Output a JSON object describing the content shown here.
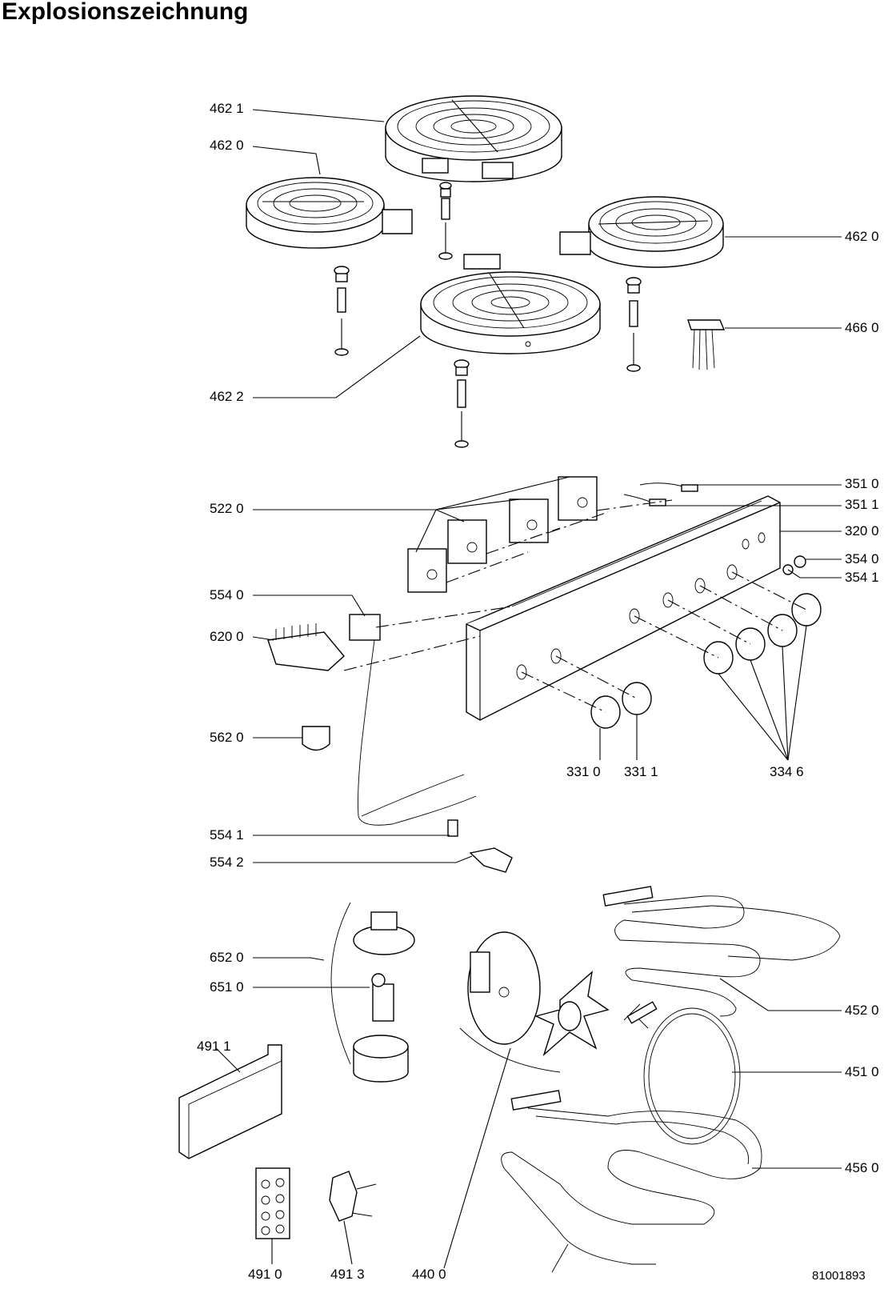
{
  "title": "Explosionszeichnung",
  "document_number": "81001893",
  "part_labels": {
    "p4621": "462 1",
    "p4620_left": "462 0",
    "p4620_right": "462 0",
    "p4660": "466 0",
    "p4622": "462 2",
    "p5220": "522 0",
    "p3510": "351 0",
    "p3511": "351 1",
    "p3200": "320 0",
    "p3540": "354 0",
    "p3541": "354 1",
    "p5540": "554 0",
    "p6200": "620 0",
    "p5620": "562 0",
    "p3310": "331 0",
    "p3311": "331 1",
    "p3346": "334 6",
    "p5541": "554 1",
    "p5542": "554 2",
    "p6520": "652 0",
    "p6510": "651 0",
    "p4911": "491 1",
    "p4520": "452 0",
    "p4510": "451 0",
    "p4560": "456 0",
    "p4910": "491 0",
    "p4913": "491 3",
    "p4400": "440 0"
  }
}
